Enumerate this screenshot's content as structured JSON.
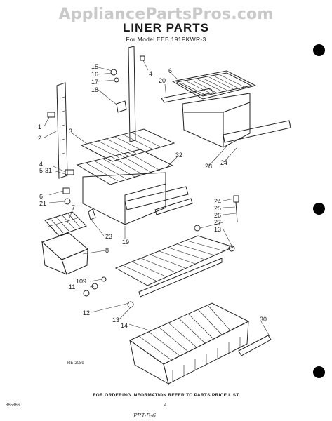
{
  "watermark": "AppliancePartsPros.com",
  "title": "LINER PARTS",
  "subtitle": "For Model EEB 191PKWR-3",
  "callouts": [
    "1",
    "2",
    "3",
    "4",
    "4",
    "5",
    "6",
    "6",
    "7",
    "8",
    "9",
    "10",
    "11",
    "12",
    "13",
    "13",
    "14",
    "15",
    "16",
    "17",
    "18",
    "19",
    "20",
    "21",
    "23",
    "24",
    "24",
    "25",
    "26",
    "27",
    "28",
    "30",
    "31",
    "32"
  ],
  "diagram_code": "RE-2089",
  "footer_text": "FOR ORDERING INFORMATION REFER TO PARTS PRICE LIST",
  "page_number": "4",
  "doc_code": "865866",
  "handwritten": "PRT-E-6"
}
